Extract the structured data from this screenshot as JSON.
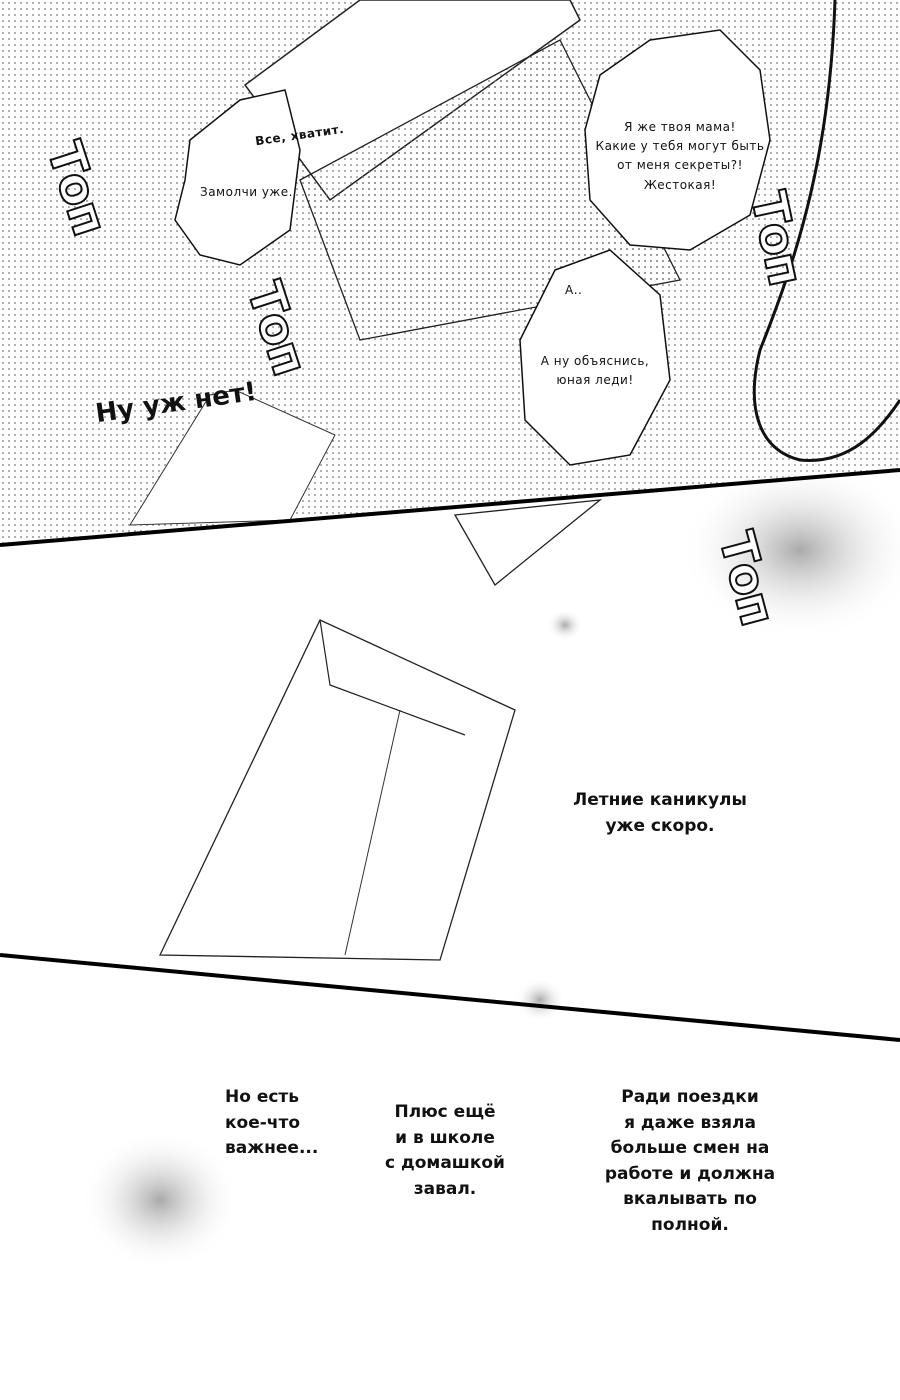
{
  "panel_top": {
    "bubbles": [
      {
        "id": "enough",
        "lines": [
          "Все, хватит."
        ]
      },
      {
        "id": "shut-up",
        "lines": [
          "Замолчи уже."
        ]
      },
      {
        "id": "mom",
        "lines": [
          "Я же твоя мама!",
          "Какие у тебя могут быть",
          "от меня секреты?!",
          "Жестокая!"
        ]
      },
      {
        "id": "a",
        "lines": [
          "А.."
        ]
      },
      {
        "id": "explain",
        "lines": [
          "А ну объяснись,",
          "юная леди!"
        ]
      }
    ],
    "shout": "Ну уж нет!",
    "sfx": [
      "Топ",
      "Топ",
      "Топ",
      "Топ"
    ]
  },
  "panel_middle": {
    "narration": [
      "Летние каникулы",
      "уже скоро."
    ]
  },
  "panel_bottom": {
    "captions": [
      {
        "lines": [
          "Но есть",
          "кое-что",
          "важнее..."
        ]
      },
      {
        "lines": [
          "Плюс ещё",
          "и в школе",
          "с домашкой",
          "завал."
        ]
      },
      {
        "lines": [
          "Ради поездки",
          "я даже взяла",
          "больше смен на",
          "работе и должна",
          "вкалывать по",
          "полной."
        ]
      }
    ]
  }
}
